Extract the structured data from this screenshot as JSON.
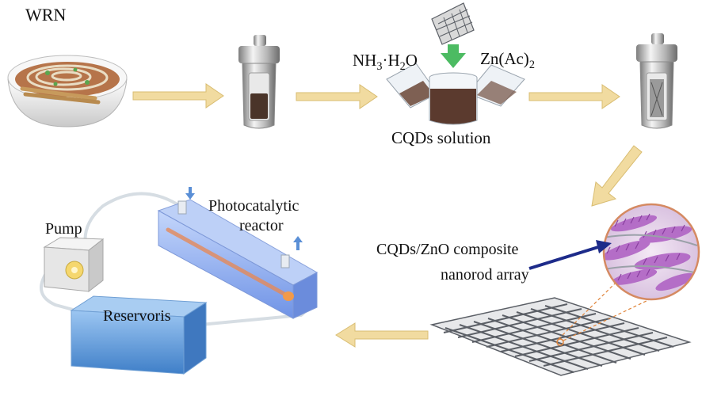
{
  "labels": {
    "wrn": "WRN",
    "nh3": "NH3·H2O",
    "zn": "Zn(Ac)2",
    "cqds_solution": "CQDs solution",
    "photocatalytic": "Photocatalytic",
    "reactor": "reactor",
    "pump": "Pump",
    "composite_line1": "CQDs/ZnO composite",
    "composite_line2": "nanorod array",
    "reservoir": "Reservoris"
  },
  "colors": {
    "arrow": "#f1dba0",
    "arrow_edge": "#d9bd72",
    "green_arrow": "#4cbb62",
    "reactor_blue": "#8fb1f2",
    "reservoir_blue": "#4f8fd6",
    "pointer": "#1d2b8a",
    "nanorod": "#b063c4",
    "mesh": "#5b5f66"
  }
}
